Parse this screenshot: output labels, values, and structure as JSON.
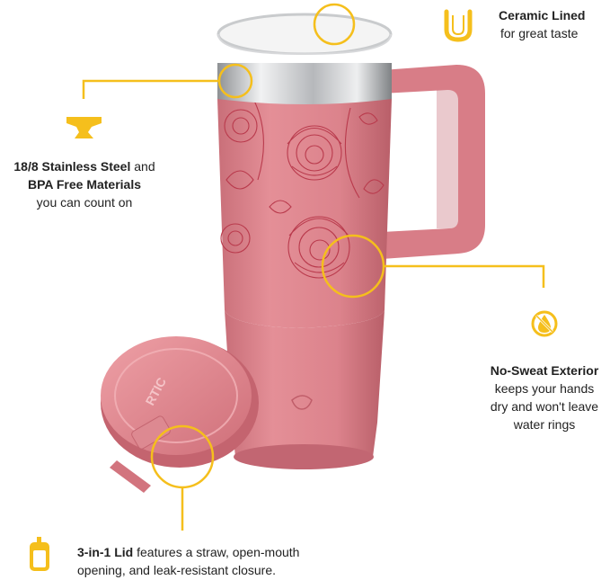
{
  "colors": {
    "accent": "#f5bf1c",
    "tumbler": "#e0838c",
    "tumbler_shade": "#c46570",
    "engraving": "#b93a4c",
    "steel": "#c9cbcd"
  },
  "product": {
    "lid_brand": "RTIC"
  },
  "callouts": {
    "ceramic": {
      "icon": "u-shape-icon",
      "title": "Ceramic Lined",
      "body": "for great taste"
    },
    "steel": {
      "icon": "anvil-icon",
      "title_1": "18/8 Stainless Steel",
      "and": " and",
      "title_2": "BPA Free Materials",
      "body": "you can count on"
    },
    "sweat": {
      "icon": "no-drop-icon",
      "title": "No-Sweat Exterior",
      "body_1": "keeps your hands",
      "body_2": "dry and won't leave",
      "body_3": "water rings"
    },
    "lid": {
      "icon": "lid-icon",
      "title": "3-in-1 Lid",
      "body_1": " features a straw, open-mouth",
      "body_2": "opening, and leak-resistant closure."
    }
  }
}
